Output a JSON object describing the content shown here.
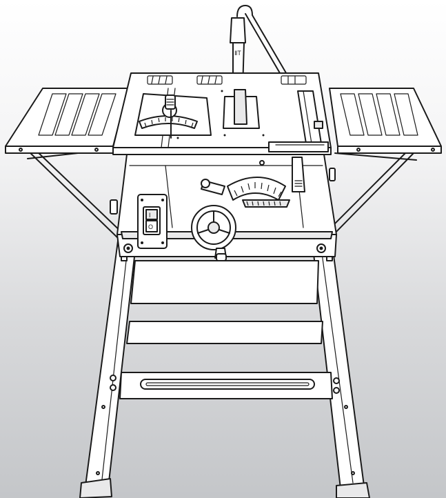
{
  "illustration": {
    "subject": "",
    "colors": {
      "line": "#1a1a1a",
      "fill": "#ffffff",
      "background_top": "#ffffff",
      "background_bottom": "#c4c6c9"
    }
  },
  "markings": {
    "guard_label": "ⅡT",
    "switch_on": "I",
    "switch_off": "O"
  }
}
